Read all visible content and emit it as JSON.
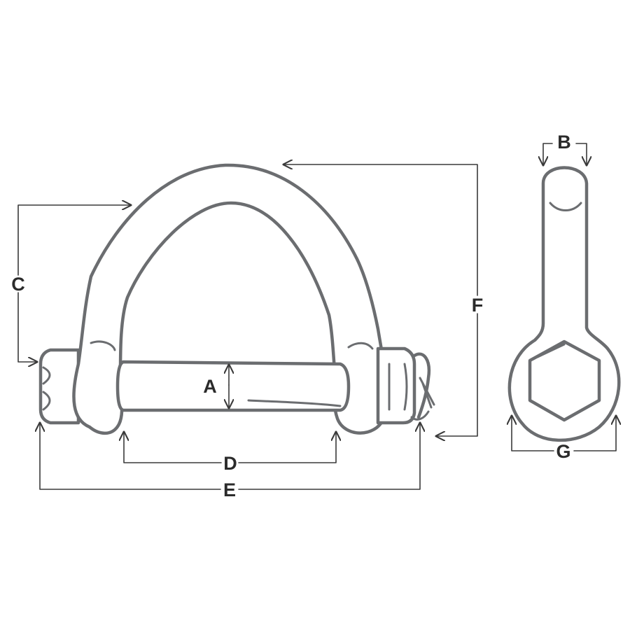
{
  "colors": {
    "outline": "#6b6d70",
    "dimension": "#3a3a3a",
    "label": "#2b2b2b",
    "background": "#ffffff"
  },
  "labels": {
    "a": "A",
    "b": "B",
    "c": "C",
    "d": "D",
    "e": "E",
    "f": "F",
    "g": "G"
  }
}
